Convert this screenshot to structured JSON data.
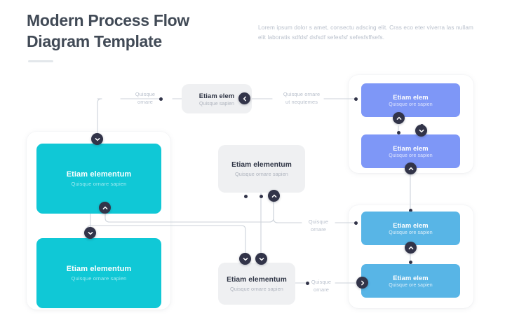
{
  "header": {
    "title": "Modern Process Flow\nDiagram Template",
    "paragraph": "Lorem ipsum dolor s amet, consectu adscing elit. Cras eco eter viverra las nullam elit laboratis sdfdsf dsfsdf sefesfsf sefesfsffsefs."
  },
  "colors": {
    "teal": "#10c8d6",
    "periwinkle": "#7e97f7",
    "sky": "#58b5e6",
    "gray_node": "#eff0f2",
    "badge_navy": "#323449",
    "title_text": "#414a56",
    "muted_text": "#b9c0cc",
    "connector_line": "#ccd2da",
    "page_background": "#ffffff"
  },
  "nodes": {
    "top_center": {
      "title": "Etiam elem",
      "subtitle": "Quisque sapien",
      "style": "gray"
    },
    "teal_1": {
      "title": "Etiam elementum",
      "subtitle": "Quisque ornare sapien",
      "style": "teal"
    },
    "teal_2": {
      "title": "Etiam elementum",
      "subtitle": "Quisque ornare sapien",
      "style": "teal"
    },
    "center_mid": {
      "title": "Etiam elementum",
      "subtitle": "Quisque ornare sapien",
      "style": "gray"
    },
    "bottom_center": {
      "title": "Etiam elementum",
      "subtitle": "Quisque ornare sapien",
      "style": "gray"
    },
    "blue_1": {
      "title": "Etiam elem",
      "subtitle": "Quisque ore sapien",
      "style": "periwinkle"
    },
    "blue_2": {
      "title": "Etiam elem",
      "subtitle": "Quisque ore sapien",
      "style": "periwinkle"
    },
    "sky_1": {
      "title": "Etiam elem",
      "subtitle": "Quisque ore sapien",
      "style": "sky"
    },
    "sky_2": {
      "title": "Etiam elem",
      "subtitle": "Quisque ore sapien",
      "style": "sky"
    }
  },
  "edge_labels": {
    "top_left": "Quisque\nornare",
    "top_right": "Quisque ornare\nut nequtemes",
    "middle_right": "Quisque\nornare",
    "bottom_right": "Quisque\nornare"
  },
  "badges": {
    "top_center_left": "chevron-left",
    "teal_1_top": "chevron-down",
    "teal_1_bottom": "chevron-up",
    "teal_2_top": "chevron-down",
    "center_mid_bottom": "chevron-up",
    "bottom_center_top_a": "chevron-down",
    "bottom_center_top_b": "chevron-down",
    "bottom_center_right": "chevron-right",
    "blue_1_bottom_left": "chevron-up",
    "blue_1_bottom_right": "chevron-down",
    "blue_2_bottom": "chevron-up",
    "sky_1_bottom": "chevron-up",
    "sky_2_left": "chevron-right"
  }
}
